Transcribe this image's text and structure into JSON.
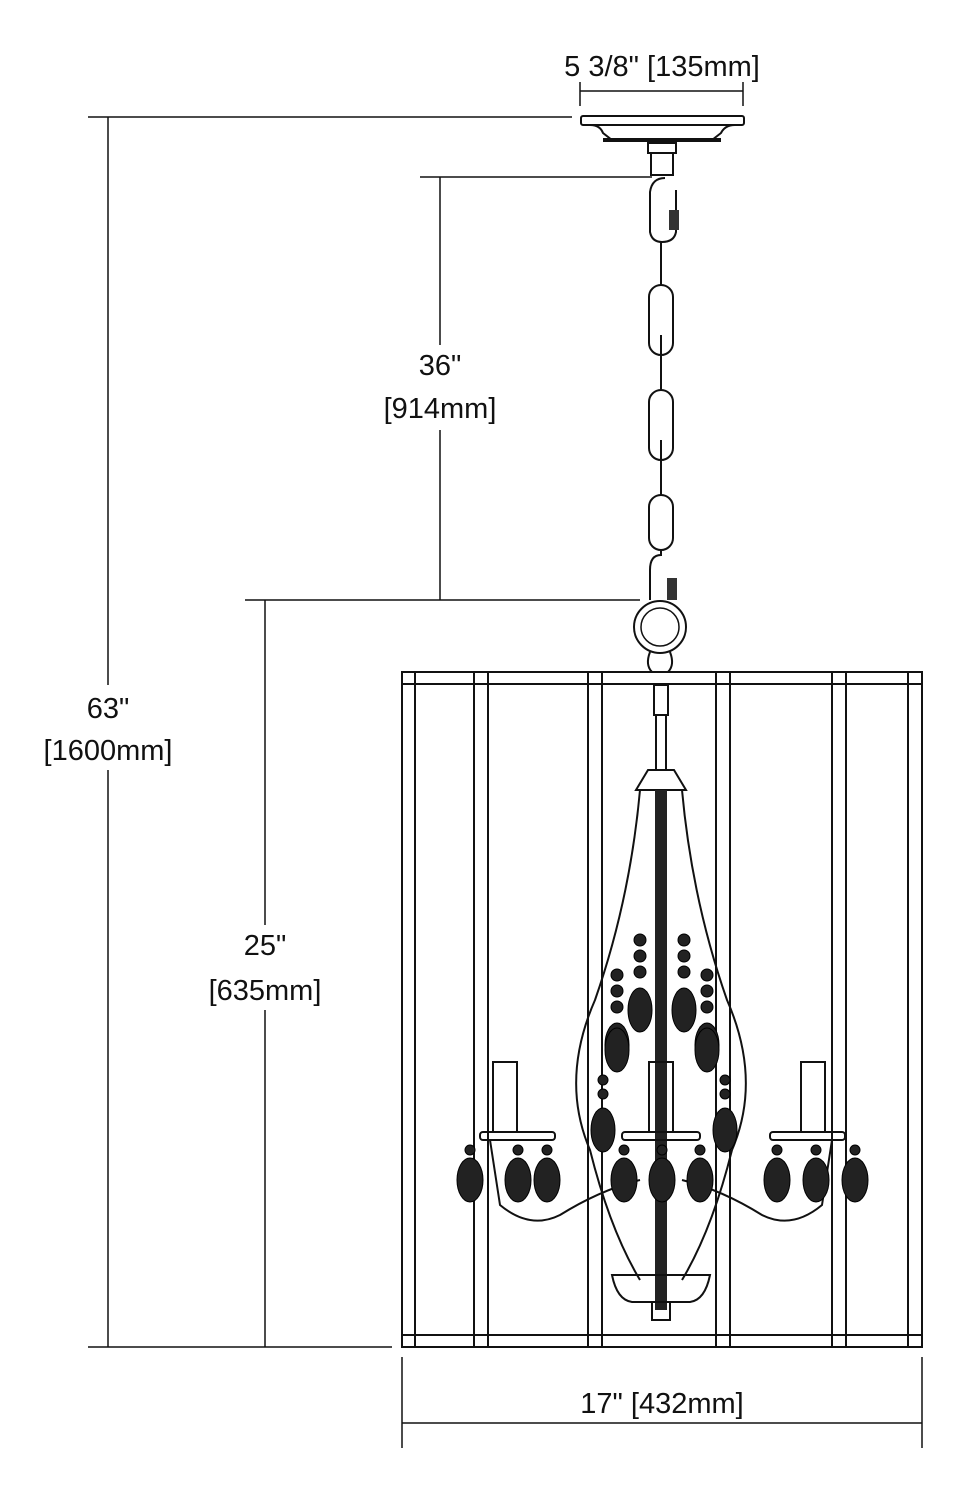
{
  "dimensions": {
    "canopy_width": "5 3/8\" [135mm]",
    "overall_height": {
      "inches": "63\"",
      "mm": "[1600mm]"
    },
    "chain_length": {
      "inches": "36\"",
      "mm": "[914mm]"
    },
    "body_height": {
      "inches": "25\"",
      "mm": "[635mm]"
    },
    "body_width": "17\" [432mm]"
  }
}
